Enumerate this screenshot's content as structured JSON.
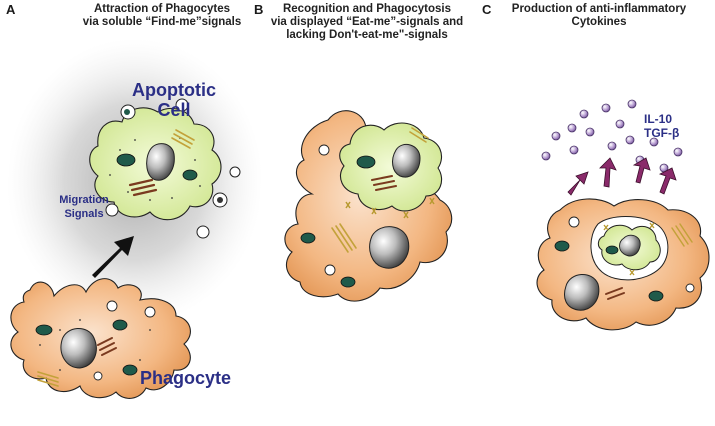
{
  "panels": [
    {
      "letter": "A",
      "title_line1": "Attraction of Phagocytes",
      "title_line2": "via soluble “Find-me”signals"
    },
    {
      "letter": "B",
      "title_line1": "Recognition and Phagocytosis",
      "title_line2": "via displayed “Eat-me”-signals and",
      "title_line3": "lacking Don't-eat-me\"-signals"
    },
    {
      "letter": "C",
      "title_line1": "Production of anti-inflammatory",
      "title_line2": "Cytokines"
    }
  ],
  "labels": {
    "apoptotic_line1": "Apoptotic",
    "apoptotic_line2": "Cell",
    "migration_line1": "Migration",
    "migration_line2": "Signals",
    "phagocyte": "Phagocyte",
    "cytokine1": "IL-10",
    "cytokine2": "TGF-β"
  },
  "colors": {
    "phagocyte_fill": "#f2b07a",
    "apoptotic_fill": "#d8ec9c",
    "mitochondria": "#1f5a4a",
    "label_blue": "#2b2f86",
    "arrow_purple": "#8a2a6a",
    "cytokine_dot": "#a98bc6"
  },
  "icons": [
    "apoptotic-cell-icon",
    "phagocyte-icon",
    "migration-arrow-icon",
    "cytokine-arrow-icon",
    "cytokine-dot-icon"
  ]
}
